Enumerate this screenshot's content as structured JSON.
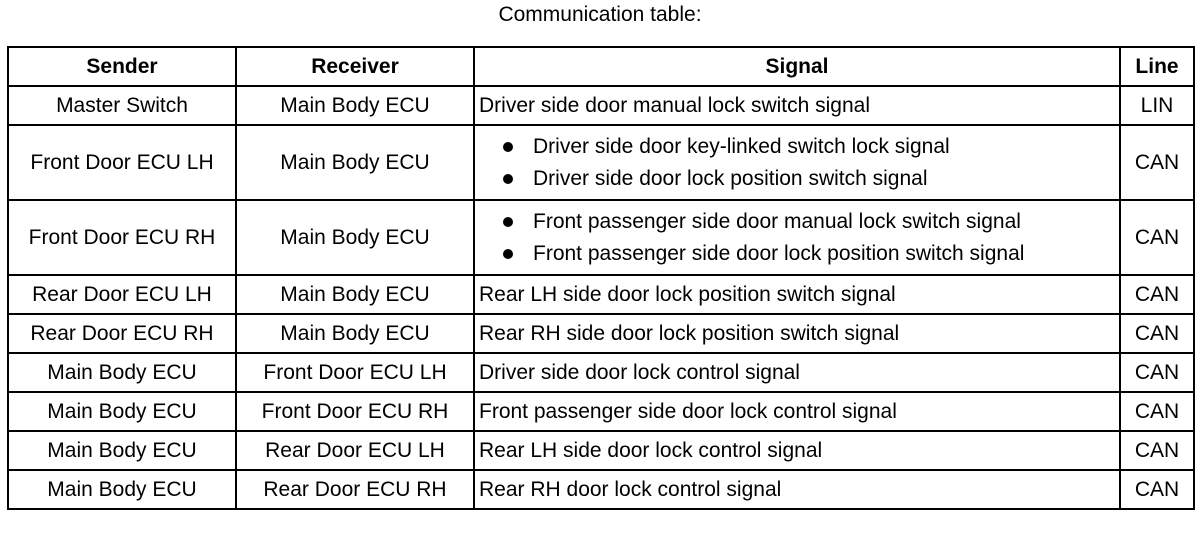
{
  "caption": "Communication table:",
  "headers": {
    "sender": "Sender",
    "receiver": "Receiver",
    "signal": "Signal",
    "line": "Line"
  },
  "rows": [
    {
      "sender": "Master Switch",
      "receiver": "Main Body ECU",
      "signals": [
        "Driver side door manual lock switch signal"
      ],
      "line": "LIN"
    },
    {
      "sender": "Front Door ECU LH",
      "receiver": "Main Body ECU",
      "signals": [
        "Driver side door key-linked switch lock signal",
        "Driver side door lock position switch signal"
      ],
      "line": "CAN"
    },
    {
      "sender": "Front Door ECU RH",
      "receiver": "Main Body ECU",
      "signals": [
        "Front passenger side door manual lock switch signal",
        "Front passenger side door lock position switch signal"
      ],
      "line": "CAN"
    },
    {
      "sender": "Rear Door ECU LH",
      "receiver": "Main Body ECU",
      "signals": [
        "Rear LH side door lock position switch signal"
      ],
      "line": "CAN"
    },
    {
      "sender": "Rear Door ECU RH",
      "receiver": "Main Body ECU",
      "signals": [
        "Rear RH side door lock position switch signal"
      ],
      "line": "CAN"
    },
    {
      "sender": "Main Body ECU",
      "receiver": "Front Door ECU LH",
      "signals": [
        "Driver side door lock control signal"
      ],
      "line": "CAN"
    },
    {
      "sender": "Main Body ECU",
      "receiver": "Front Door ECU RH",
      "signals": [
        "Front passenger side door lock control signal"
      ],
      "line": "CAN"
    },
    {
      "sender": "Main Body ECU",
      "receiver": "Rear Door ECU LH",
      "signals": [
        "Rear LH side door lock control signal"
      ],
      "line": "CAN"
    },
    {
      "sender": "Main Body ECU",
      "receiver": "Rear Door ECU RH",
      "signals": [
        "Rear RH door lock control signal"
      ],
      "line": "CAN"
    }
  ]
}
